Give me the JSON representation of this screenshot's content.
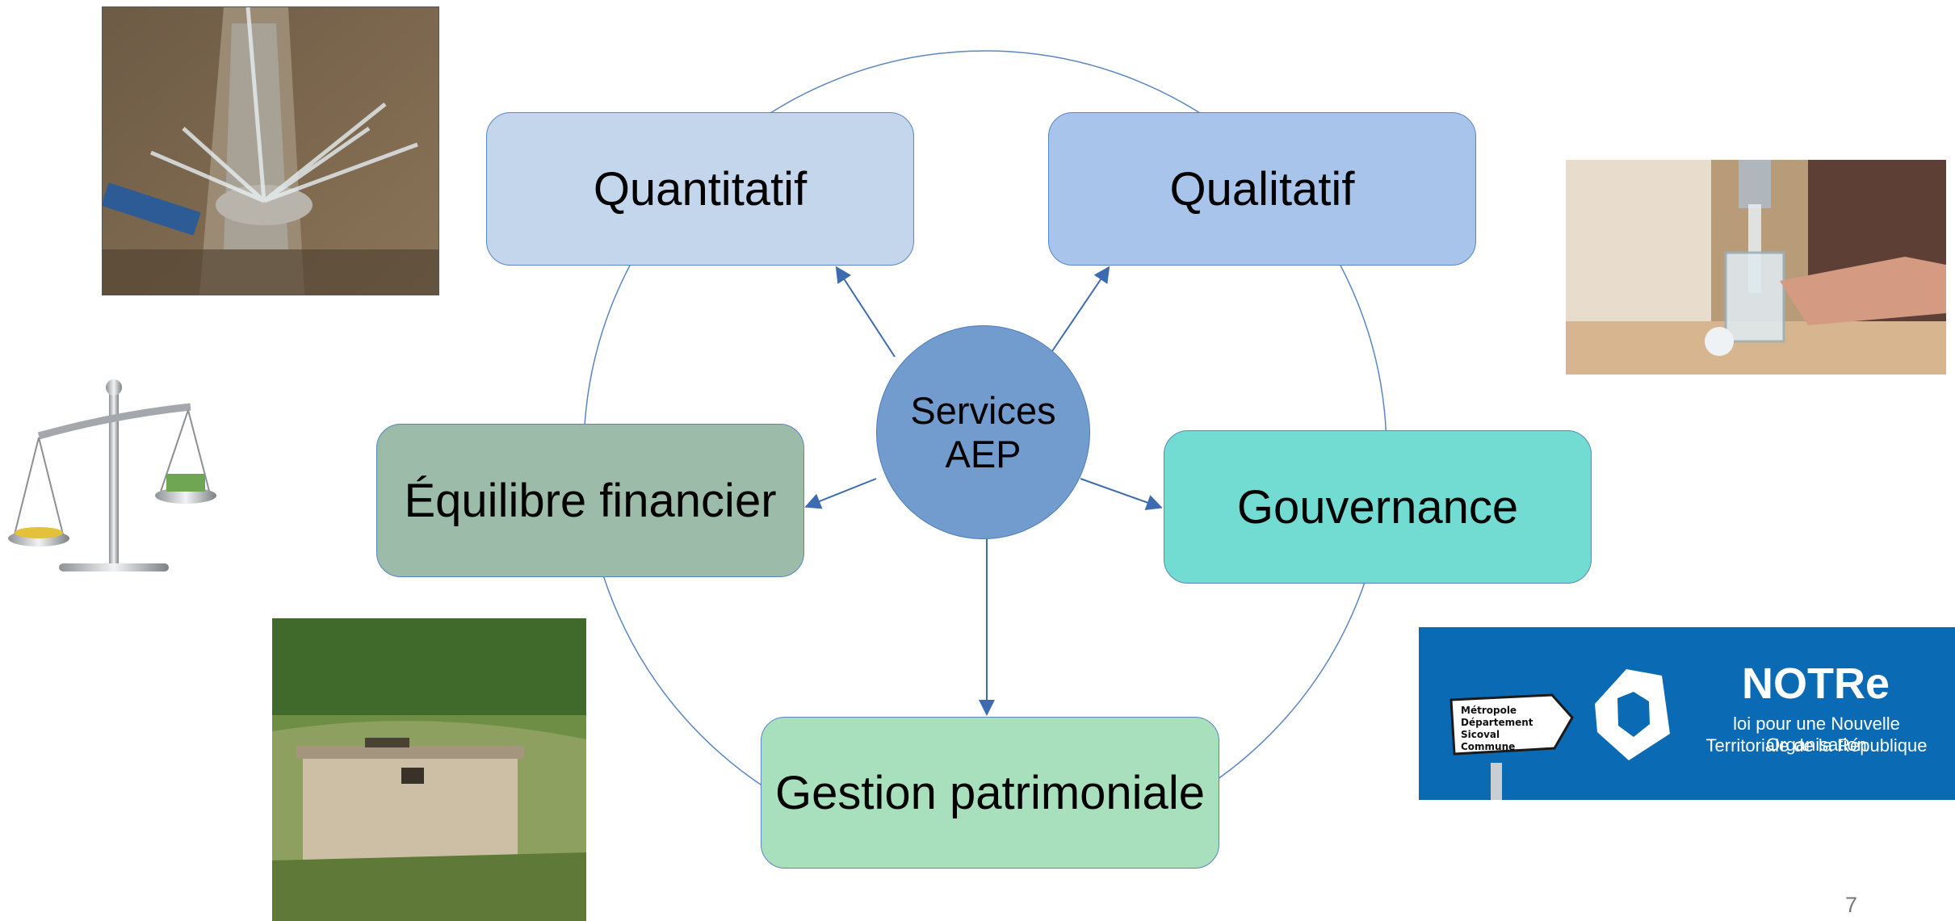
{
  "center": {
    "line1": "Services",
    "line2": "AEP"
  },
  "nodes": {
    "quantitatif": "Quantitatif",
    "qualitatif": "Qualitatif",
    "equilibre": "Équilibre financier",
    "gouvernance": "Gouvernance",
    "gestion": "Gestion patrimoniale"
  },
  "notre": {
    "title": "NOTRe",
    "subtitle_line1": "loi pour une Nouvelle Organisation",
    "subtitle_line2": "Territoriale de la République",
    "sign_lines": [
      "Métropole",
      "Département",
      "Sicoval",
      "Commune"
    ]
  },
  "page_number": "7",
  "colors": {
    "quantitatif": "#c3d6ec",
    "qualitatif": "#a8c4ea",
    "equilibre": "#9dbba9",
    "gouvernance": "#72dcd2",
    "gestion": "#a8e0bd",
    "center": "#739cce",
    "lines": "#3d6bb0",
    "notre_bg": "#0a6bb4"
  }
}
